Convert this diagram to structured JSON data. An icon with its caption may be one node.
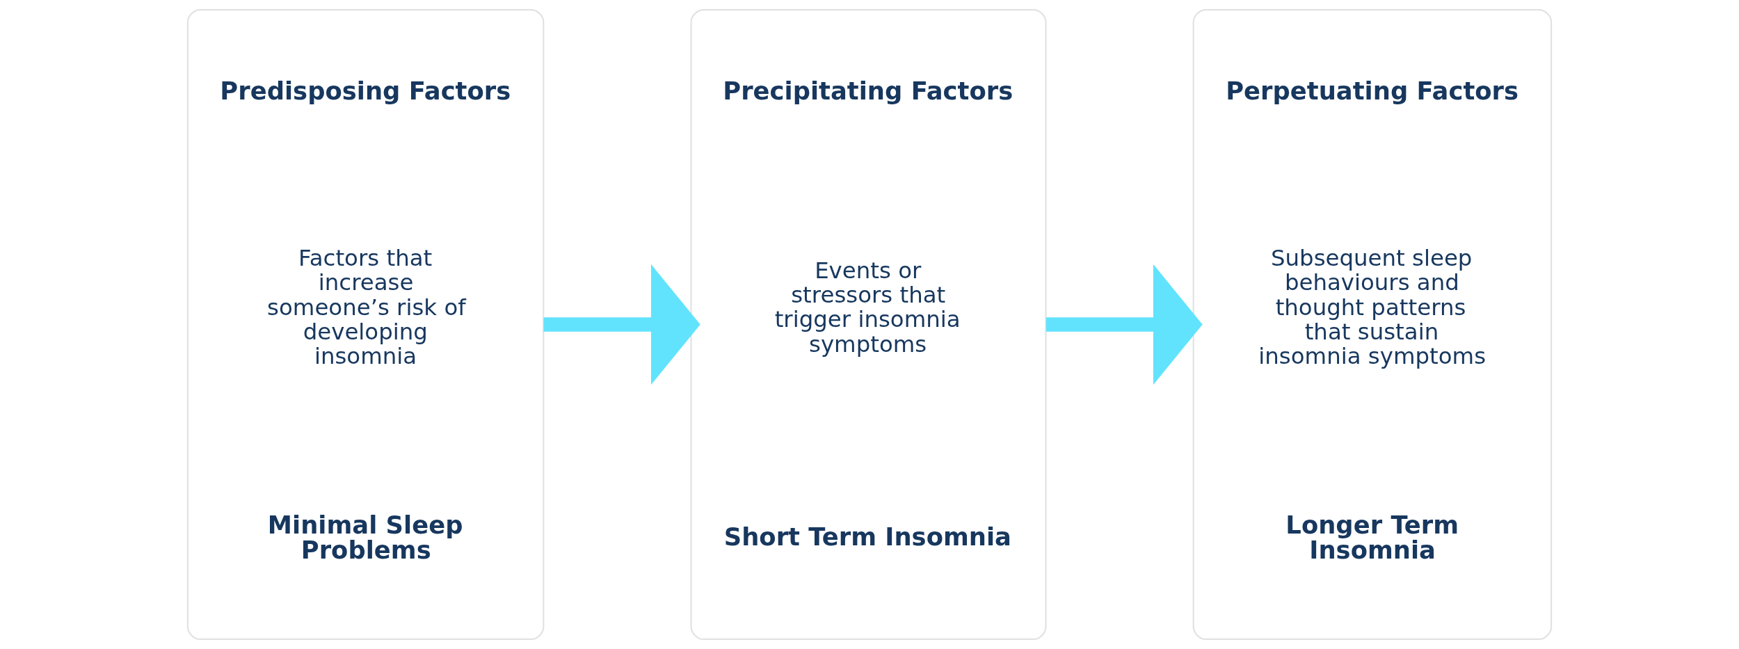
{
  "diagram": {
    "nodes": [
      {
        "text": [
          "Predisposing Factors",
          "Factors that increase someone’s risk of developing insomnia",
          "Minimal Sleep Problems"
        ]
      },
      {
        "text": [
          "Precipitating Factors",
          "Events or stressors that trigger insomnia symptoms",
          "Short Term Insomnia"
        ]
      },
      {
        "text": [
          "Perpetuating Factors",
          "Subsequent sleep behaviours and thought patterns that sustain insomnia symptoms",
          "Longer Term Insomnia"
        ]
      }
    ],
    "edges": [
      {
        "from": 0,
        "to": 1,
        "arrow": "to"
      },
      {
        "from": 1,
        "to": 2,
        "arrow": "to"
      }
    ]
  }
}
